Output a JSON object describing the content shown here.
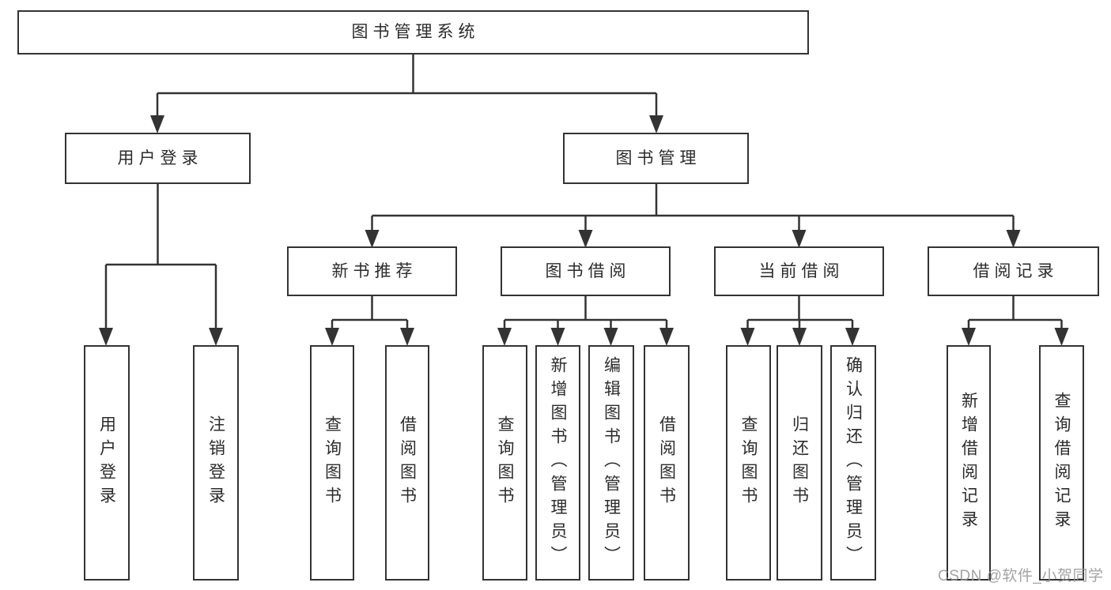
{
  "diagram": {
    "root": {
      "label": "图书管理系统"
    },
    "branches": [
      {
        "label": "用户登录",
        "children": [
          {
            "label": "用户登录"
          },
          {
            "label": "注销登录"
          }
        ]
      },
      {
        "label": "图书管理",
        "children": [
          {
            "label": "新书推荐",
            "children": [
              {
                "label": "查询图书"
              },
              {
                "label": "借阅图书"
              }
            ]
          },
          {
            "label": "图书借阅",
            "children": [
              {
                "label": "查询图书"
              },
              {
                "label": "新增图书（管理员）"
              },
              {
                "label": "编辑图书（管理员）"
              },
              {
                "label": "借阅图书"
              }
            ]
          },
          {
            "label": "当前借阅",
            "children": [
              {
                "label": "查询图书"
              },
              {
                "label": "归还图书"
              },
              {
                "label": "确认归还（管理员）"
              }
            ]
          },
          {
            "label": "借阅记录",
            "children": [
              {
                "label": "新增借阅记录"
              },
              {
                "label": "查询借阅记录"
              }
            ]
          }
        ]
      }
    ]
  },
  "watermark": {
    "text": "CSDN @软件_小贺同学"
  },
  "colors": {
    "line": "#333333",
    "box_border": "#333333",
    "box_fill": "#ffffff",
    "text": "#2b2b2b",
    "watermark": "#969696"
  }
}
